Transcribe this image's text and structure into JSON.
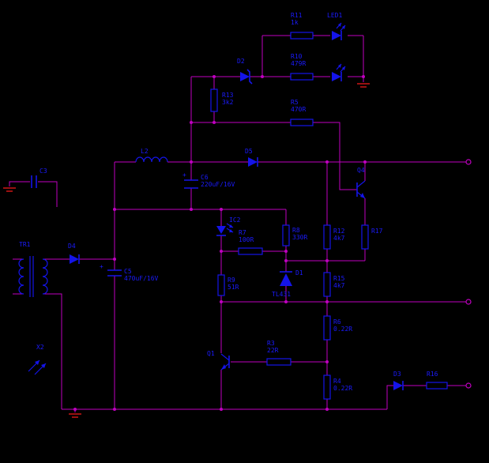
{
  "diagram_type": "circuit-schematic",
  "colors": {
    "background": "#000000",
    "wire": "#c000c0",
    "component": "#1414e8",
    "label": "#1b1bff",
    "ground": "#cc1515",
    "junction": "#c000c0"
  },
  "components": {
    "r11": {
      "ref": "R11",
      "value": "1k"
    },
    "led1": {
      "ref": "LED1"
    },
    "r10": {
      "ref": "R10",
      "value": "479R"
    },
    "d2": {
      "ref": "D2"
    },
    "r13": {
      "ref": "R13",
      "value": "3k2"
    },
    "r5": {
      "ref": "R5",
      "value": "470R"
    },
    "l2": {
      "ref": "L2"
    },
    "d5": {
      "ref": "D5"
    },
    "c6": {
      "ref": "C6",
      "value": "220uF/16V",
      "polarity": "+"
    },
    "q4": {
      "ref": "Q4"
    },
    "ic2": {
      "ref": "IC2"
    },
    "r8": {
      "ref": "R8",
      "value": "330R"
    },
    "r12": {
      "ref": "R12",
      "value": "4k7"
    },
    "r17": {
      "ref": "R17"
    },
    "r7": {
      "ref": "R7",
      "value": "100R"
    },
    "r9": {
      "ref": "R9",
      "value": "51R"
    },
    "d1": {
      "ref": "D1",
      "value": "TL431"
    },
    "r15": {
      "ref": "R15",
      "value": "4k7"
    },
    "tr1": {
      "ref": "TR1"
    },
    "d4": {
      "ref": "D4"
    },
    "c5": {
      "ref": "C5",
      "value": "470uF/16V",
      "polarity": "+"
    },
    "c3": {
      "ref": "C3"
    },
    "x2": {
      "ref": "X2"
    },
    "q1": {
      "ref": "Q1"
    },
    "r3": {
      "ref": "R3",
      "value": "22R"
    },
    "r6": {
      "ref": "R6",
      "value": "0.22R"
    },
    "r4": {
      "ref": "R4",
      "value": "0.22R"
    },
    "d3": {
      "ref": "D3"
    },
    "r16": {
      "ref": "R16"
    }
  }
}
